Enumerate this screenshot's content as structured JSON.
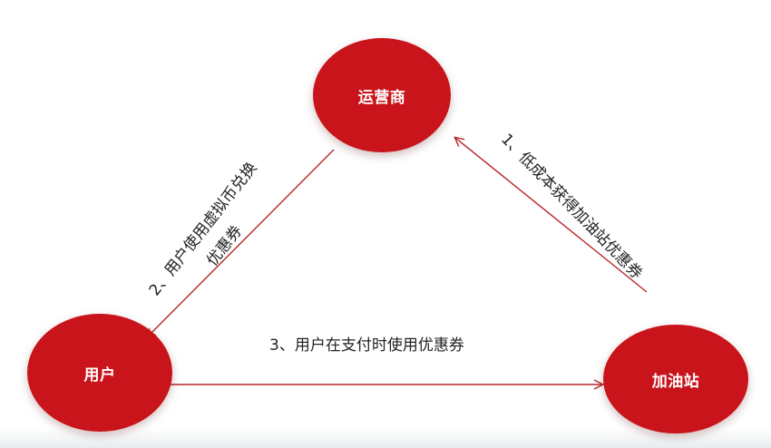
{
  "colors": {
    "node_fill": "#c8141a",
    "arrow": "#b8252a",
    "text": "#222222"
  },
  "nodes": {
    "operator": "运营商",
    "user": "用户",
    "gas_station": "加油站"
  },
  "edges": {
    "step1": "1、低成本获得加油站优惠券",
    "step2_line1": "2、用户使用虚拟币兑换",
    "step2_line2": "优惠券",
    "step3": "3、用户在支付时使用优惠券"
  }
}
